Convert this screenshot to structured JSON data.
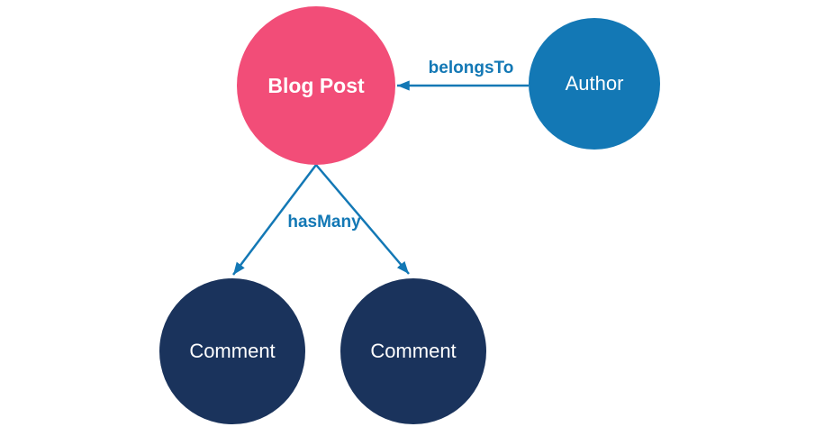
{
  "diagram": {
    "nodes": {
      "blog_post": {
        "label": "Blog Post",
        "color": "#f24d78",
        "shape": "circle"
      },
      "author": {
        "label": "Author",
        "color": "#1378b5",
        "shape": "circle"
      },
      "comment_1": {
        "label": "Comment",
        "color": "#1a335c",
        "shape": "circle"
      },
      "comment_2": {
        "label": "Comment",
        "color": "#1a335c",
        "shape": "circle"
      }
    },
    "edges": {
      "belongs_to": {
        "label": "belongsTo",
        "from": "Author",
        "to": "Blog Post"
      },
      "has_many_left": {
        "label": "hasMany",
        "from": "Blog Post",
        "to": "Comment"
      },
      "has_many_right": {
        "label": "hasMany",
        "from": "Blog Post",
        "to": "Comment"
      }
    },
    "colors": {
      "arrow": "#1378b5",
      "edge_label_text": "#1378b5",
      "node_text": "#ffffff",
      "background": "#ffffff"
    }
  }
}
